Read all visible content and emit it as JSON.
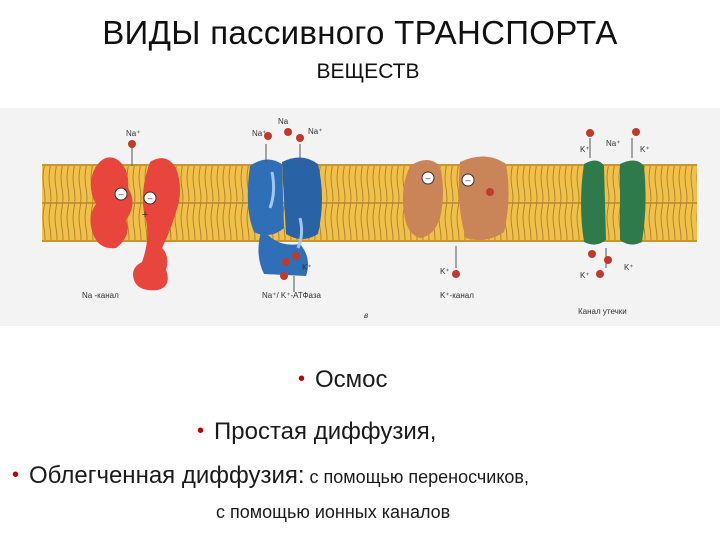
{
  "header": {
    "title_line1": "ВИДЫ  пассивного ТРАНСПОРТА",
    "title_line2": "ВЕЩЕСТВ"
  },
  "figure": {
    "colors": {
      "background": "#f3f3f3",
      "lipid_band": "#f1c04a",
      "na_channel": "#e8453c",
      "na_k_pump": "#2f6fb8",
      "k_channel": "#c98458",
      "leak_channel": "#2f7a4a",
      "ion": "#c0392b"
    },
    "labels": {
      "na_top_1": "Na⁺",
      "na_top_2": "Na⁺",
      "na_top_3": "Na",
      "na_top_4": "Na⁺",
      "na_top_5": "Na⁺",
      "k_top_1": "K⁺",
      "k_top_2": "K⁺",
      "k_bottom_1": "K⁺",
      "k_bottom_2": "K⁺",
      "k_bottom_3": "K⁺",
      "k_bottom_4": "K⁺",
      "label_na_channel": "Na -канал",
      "label_pump": "Na⁺/ K⁺-АТФаза",
      "label_k_channel": "K⁺-канал",
      "label_leak": "Канал утечки",
      "panel_letter": "в"
    }
  },
  "bullets": {
    "item1": "Осмос",
    "item2": "Простая диффузия,",
    "item3_main": "Облегченная диффузия:",
    "item3_small": " с помощью переносчиков,",
    "item4": "с помощью ионных каналов",
    "marker": "•"
  }
}
